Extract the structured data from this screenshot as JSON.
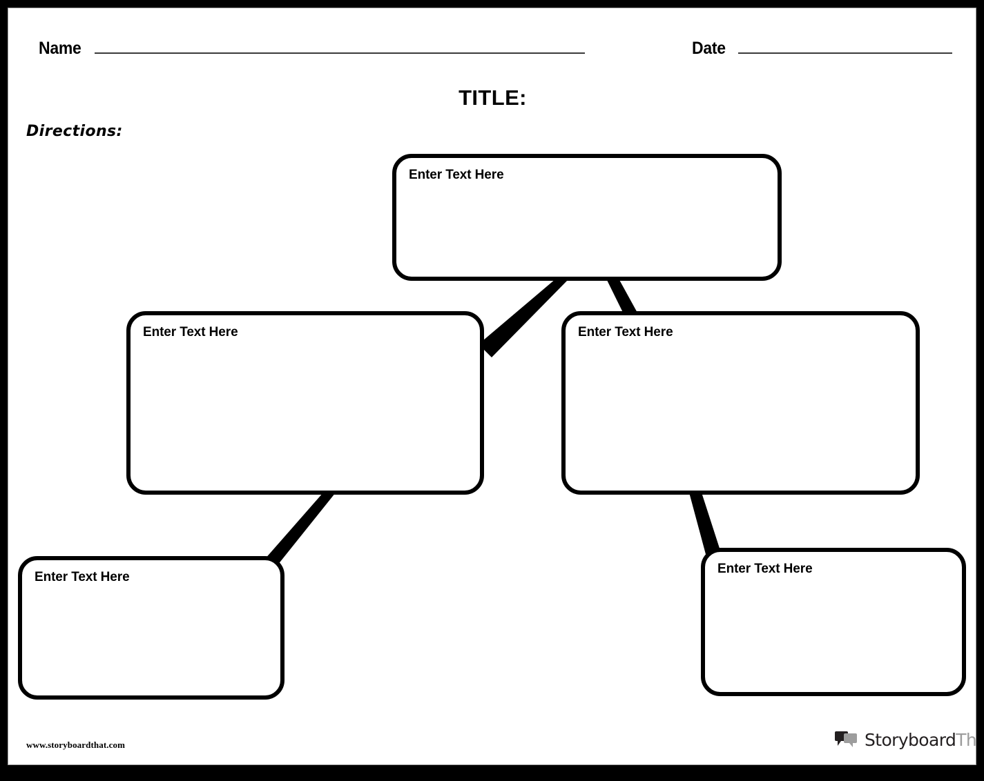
{
  "page": {
    "title": "TITLE:",
    "directions_label": "Directions:"
  },
  "header": {
    "name_label": "Name",
    "date_label": "Date"
  },
  "diagram": {
    "type": "flow-chart-worksheet",
    "node_placeholder": "Enter Text Here",
    "nodes": [
      {
        "id": "root",
        "label": "Enter Text Here"
      },
      {
        "id": "branch_a",
        "label": "Enter Text Here"
      },
      {
        "id": "branch_b",
        "label": "Enter Text Here"
      },
      {
        "id": "leaf_a",
        "label": "Enter Text Here"
      },
      {
        "id": "leaf_b",
        "label": "Enter Text Here"
      }
    ],
    "connectors": [
      {
        "from": "root",
        "to": "branch_a"
      },
      {
        "from": "root",
        "to": "branch_b"
      },
      {
        "from": "branch_a",
        "to": "leaf_a"
      },
      {
        "from": "branch_b",
        "to": "leaf_b"
      }
    ]
  },
  "footer": {
    "url": "www.storyboardthat.com",
    "brand_primary": "Storyboard",
    "brand_secondary": "That"
  },
  "colors": {
    "frame": "#000000",
    "page": "#ffffff",
    "ink": "#000000",
    "rule": "#3a3a3a",
    "brand_dark": "#231f20",
    "brand_gray": "#9d9d9d"
  }
}
